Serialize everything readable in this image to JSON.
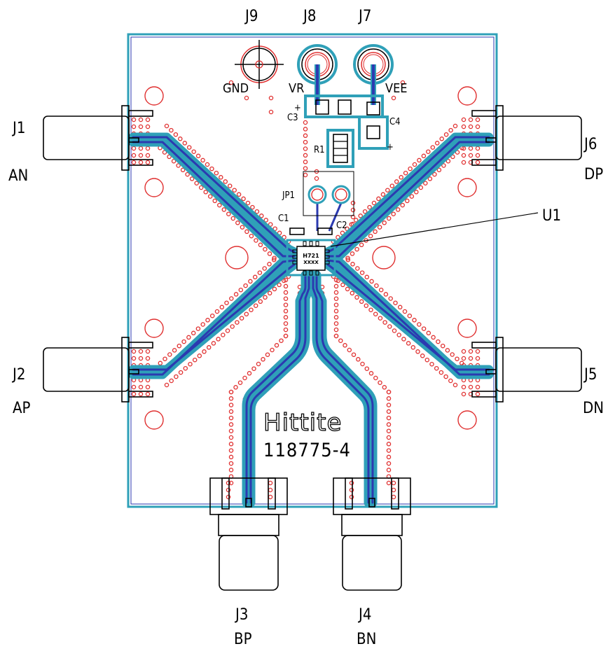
{
  "connectors": {
    "j9": {
      "ref": "J9",
      "net": "GND"
    },
    "j8": {
      "ref": "J8",
      "net": "VR"
    },
    "j7": {
      "ref": "J7",
      "net": "VEE"
    },
    "j1": {
      "ref": "J1",
      "net": "AN"
    },
    "j2": {
      "ref": "J2",
      "net": "AP"
    },
    "j3": {
      "ref": "J3",
      "net": "BP"
    },
    "j4": {
      "ref": "J4",
      "net": "BN"
    },
    "j5": {
      "ref": "J5",
      "net": "DN"
    },
    "j6": {
      "ref": "J6",
      "net": "DP"
    }
  },
  "components": {
    "c1": "C1",
    "c2": "C2",
    "c3": "C3",
    "c4": "C4",
    "r1": "R1",
    "jp1": "JP1",
    "u1": "U1",
    "chip_line1": "H721",
    "chip_line2": "XXXX",
    "plus_c3": "+",
    "plus_c4": "+"
  },
  "board": {
    "brand": "Hittite",
    "part_number": "118775-4"
  },
  "colors": {
    "board_outline": "#2fa0b8",
    "trace_inner": "#2b3ab0",
    "trace_outer": "#2fa0b8",
    "vias": "#e03030",
    "silkscreen": "#000000"
  }
}
